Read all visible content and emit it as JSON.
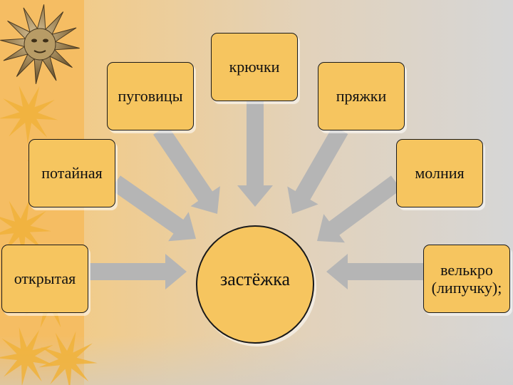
{
  "diagram": {
    "center": "застёжка",
    "nodes": {
      "kryuchki": "крючки",
      "pugovitsy": "пуговицы",
      "pryazhki": "пряжки",
      "potaynaya": "потайная",
      "molniya": "молния",
      "otkrytaya": "открытая",
      "velkro_line1": "велькро",
      "velkro_line2": "(липучку);"
    }
  },
  "colors": {
    "box_fill": "#f6c55f",
    "arrow_fill": "#b5b5b5",
    "sun_fill": "#f0b23a",
    "strip": "#f5bd63"
  },
  "icons": [
    "sun-icon",
    "sun-face-icon"
  ]
}
